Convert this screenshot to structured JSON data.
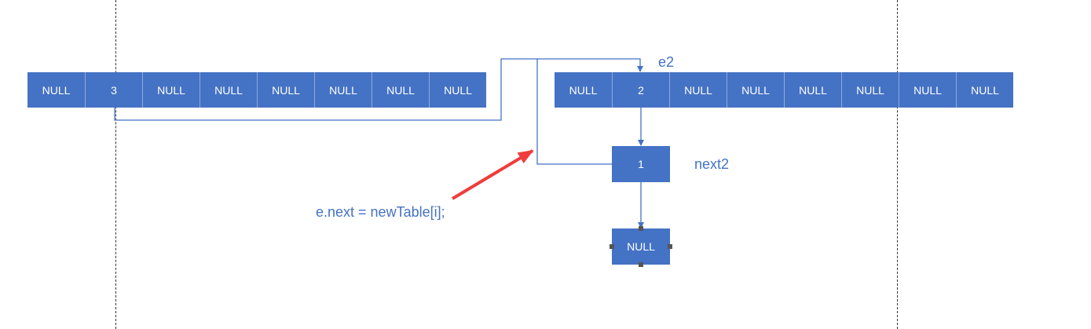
{
  "colors": {
    "cell_fill": "#4472c4",
    "cell_text": "#ffffff",
    "connector": "#4472c4",
    "label_text": "#4472c4",
    "annotation_arrow": "#f03c3c",
    "divider": "#333333"
  },
  "left_table": {
    "cells": [
      "NULL",
      "3",
      "NULL",
      "NULL",
      "NULL",
      "NULL",
      "NULL",
      "NULL"
    ]
  },
  "right_table": {
    "cells": [
      "NULL",
      "2",
      "NULL",
      "NULL",
      "NULL",
      "NULL",
      "NULL",
      "NULL"
    ]
  },
  "nodes": {
    "node_one": "1",
    "node_null": "NULL"
  },
  "labels": {
    "e2": "e2",
    "next2": "next2",
    "code_annotation": "e.next = newTable[i];"
  }
}
